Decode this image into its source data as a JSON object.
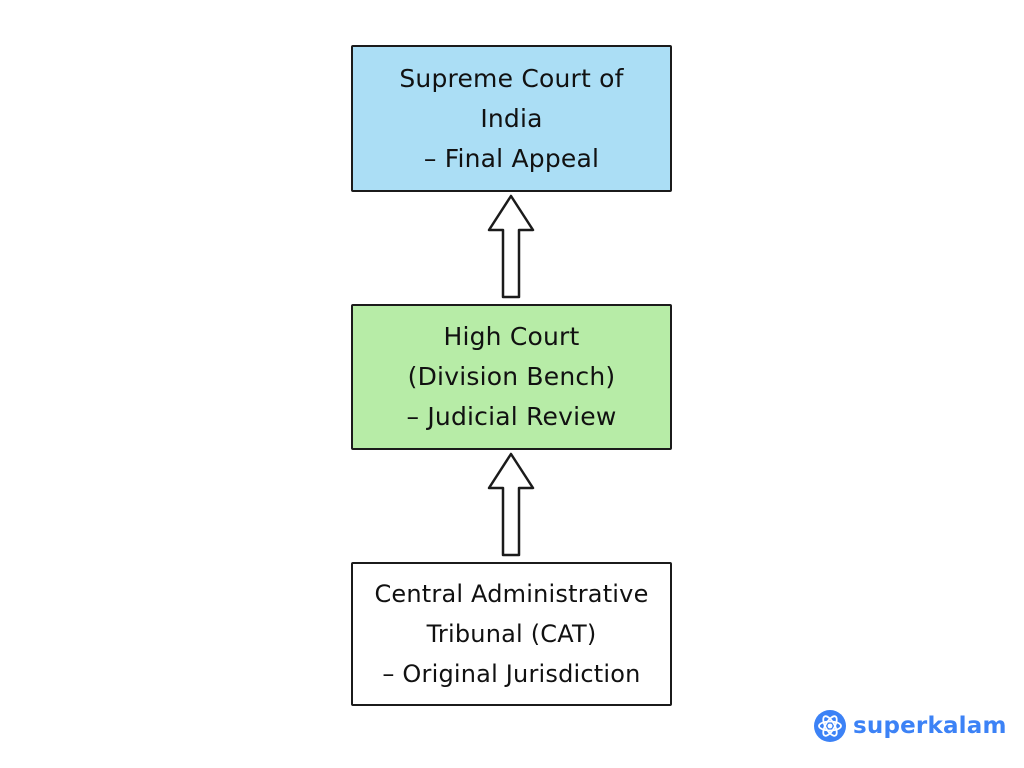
{
  "colors": {
    "top_fill": "#abdef5",
    "mid_fill": "#b7eca7",
    "bot_fill": "#ffffff",
    "stroke": "#1b1b1b",
    "brand": "#3c82f6"
  },
  "nodes": {
    "supreme_court": {
      "lines": [
        "Supreme Court of",
        "India",
        "– Final Appeal"
      ]
    },
    "high_court": {
      "lines": [
        "High Court",
        "(Division Bench)",
        "– Judicial Review"
      ]
    },
    "cat": {
      "lines": [
        "Central Administrative",
        "Tribunal (CAT)",
        "– Original Jurisdiction"
      ]
    }
  },
  "edges": [
    {
      "from": "cat",
      "to": "high_court"
    },
    {
      "from": "high_court",
      "to": "supreme_court"
    }
  ],
  "logo": {
    "text": "superkalam",
    "icon": "atom-icon"
  }
}
